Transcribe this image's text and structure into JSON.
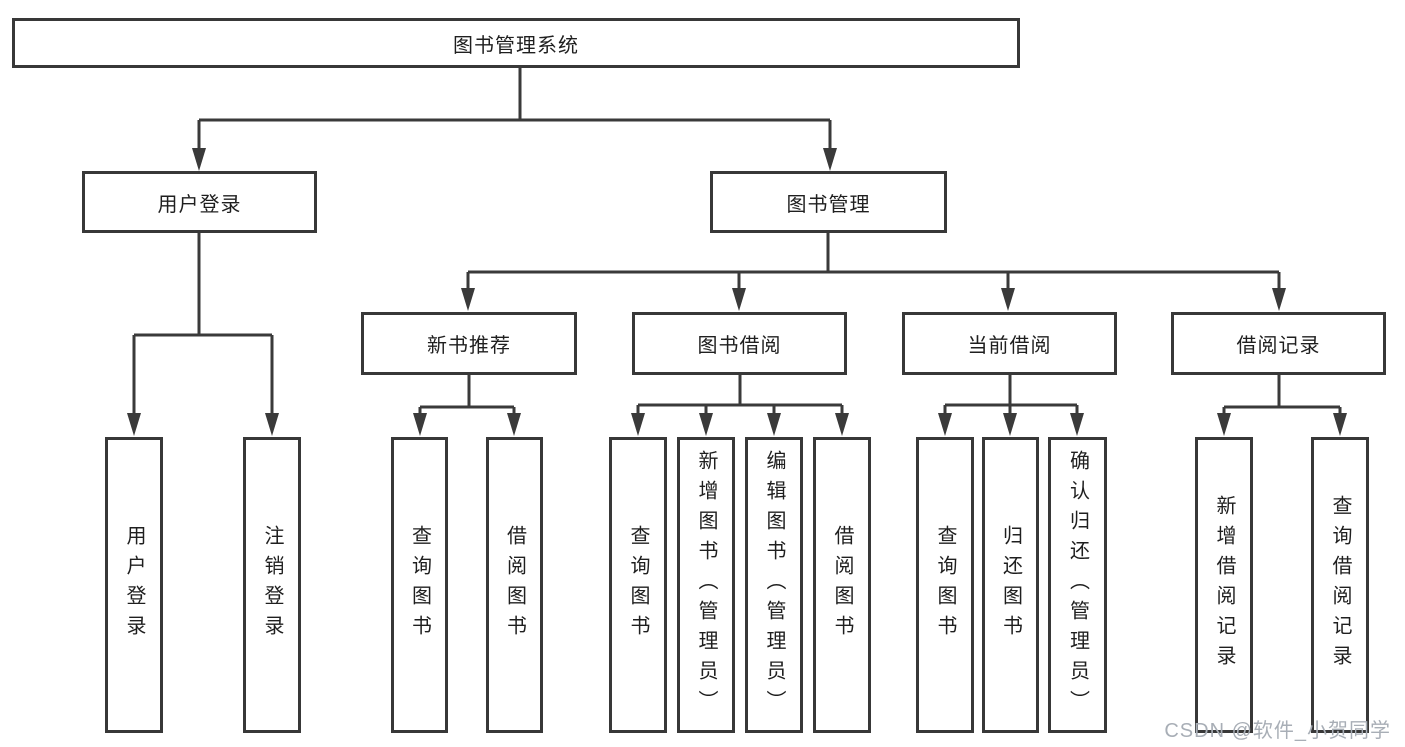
{
  "colors": {
    "line": "#3a3a3a",
    "box_border": "#383838",
    "text": "#1f1f1f",
    "watermark": "#a8aeb6",
    "background": "#ffffff"
  },
  "watermark": {
    "text": "CSDN @软件_小贺同学"
  },
  "tree": {
    "root": {
      "label": "图书管理系统",
      "children": [
        {
          "label": "用户登录",
          "children": [
            {
              "label": "用户登录"
            },
            {
              "label": "注销登录"
            }
          ]
        },
        {
          "label": "图书管理",
          "children": [
            {
              "label": "新书推荐",
              "children": [
                {
                  "label": "查询图书"
                },
                {
                  "label": "借阅图书"
                }
              ]
            },
            {
              "label": "图书借阅",
              "children": [
                {
                  "label": "查询图书"
                },
                {
                  "label": "新增图书（管理员）"
                },
                {
                  "label": "编辑图书（管理员）"
                },
                {
                  "label": "借阅图书"
                }
              ]
            },
            {
              "label": "当前借阅",
              "children": [
                {
                  "label": "查询图书"
                },
                {
                  "label": "归还图书"
                },
                {
                  "label": "确认归还（管理员）"
                }
              ]
            },
            {
              "label": "借阅记录",
              "children": [
                {
                  "label": "新增借阅记录"
                },
                {
                  "label": "查询借阅记录"
                }
              ]
            }
          ]
        }
      ]
    }
  }
}
